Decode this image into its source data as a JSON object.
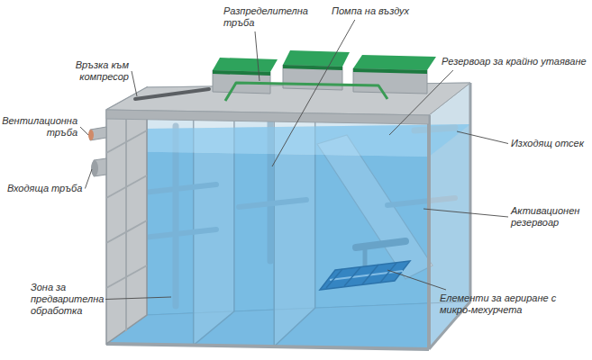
{
  "diagram": {
    "labels": [
      "Разпределителна тръба",
      "Помпа на въздух",
      "Връзка към компресор",
      "Резервоар за крайно утаяване",
      "Вентилационна тръба",
      "Изходящ отсек",
      "Входяща тръба",
      "Активационен резервоар",
      "Елементи за аериране с микро-мехурчета",
      "Зона за предварителна обработка"
    ]
  }
}
